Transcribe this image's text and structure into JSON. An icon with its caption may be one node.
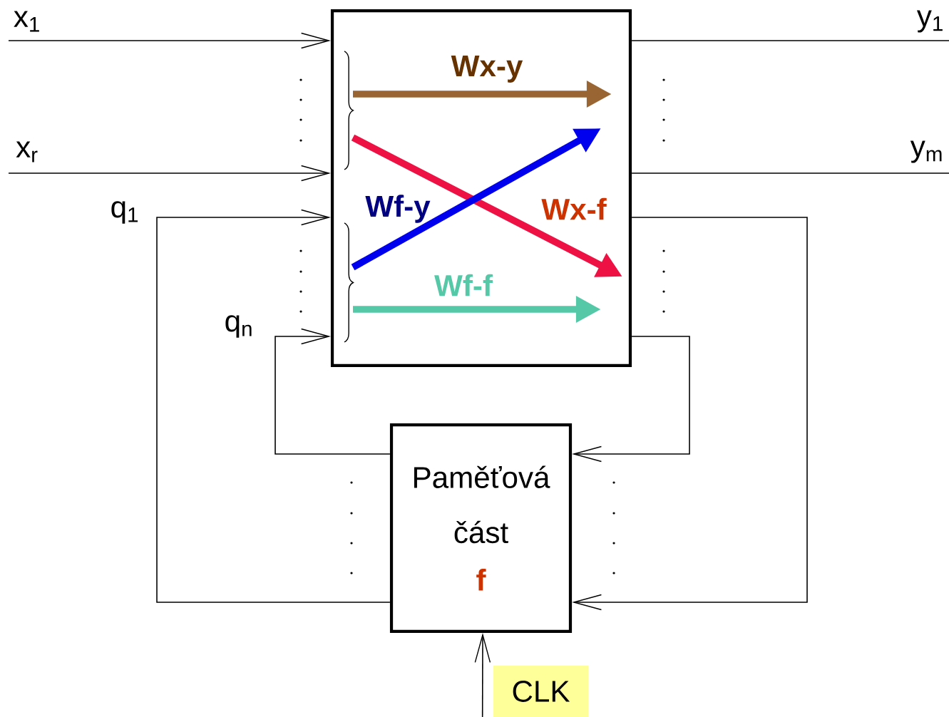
{
  "diagram": {
    "nodes": [
      {
        "text": [],
        "shape": "box"
      },
      {
        "text": [
          "Paměťová část",
          "f"
        ]
      },
      {
        "text": [
          "CLK"
        ]
      }
    ],
    "edges": [
      {
        "from": null,
        "to": 0,
        "arrow": "to",
        "label": "x$_{1}$"
      },
      {
        "from": null,
        "to": 0,
        "arrow": "to",
        "label": "x$_{r}$"
      },
      {
        "from": 1,
        "to": 0,
        "arrow": "to",
        "label": "q$_{1}$"
      },
      {
        "from": 1,
        "to": 0,
        "arrow": "to",
        "label": "q$_{n}$"
      },
      {
        "from": 0,
        "to": null,
        "arrow": "none",
        "label": "y$_{1}$"
      },
      {
        "from": 0,
        "to": null,
        "arrow": "none",
        "label": "y$_{m}$"
      },
      {
        "from": 0,
        "to": 1,
        "arrow": "to"
      },
      {
        "from": 0,
        "to": 1,
        "arrow": "to"
      },
      {
        "from": 2,
        "to": 1,
        "arrow": "to"
      }
    ],
    "labels": [
      "Wx-y",
      "Wf-y",
      "Wx-f",
      "Wf-f"
    ]
  }
}
